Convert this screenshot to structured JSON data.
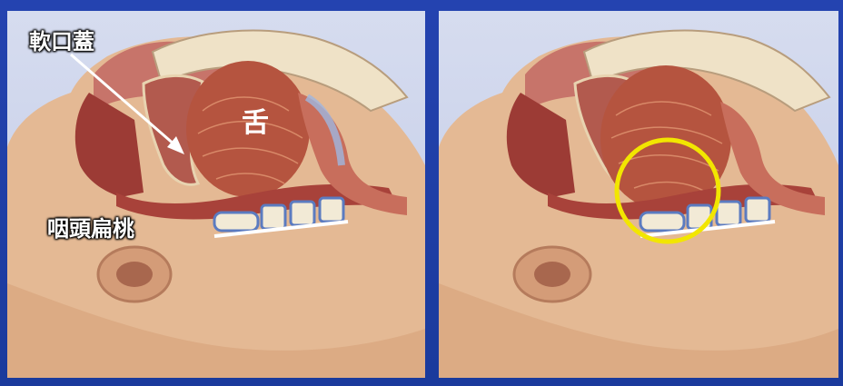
{
  "labels": {
    "soft_palate": "軟口蓋",
    "tongue": "舌",
    "pharyngeal_tonsil": "咽頭扁桃"
  },
  "colors": {
    "frame": "#1a3a9c",
    "panel_background": "#cdd4ec",
    "skin": "#e2b58d",
    "muscle": "#a8423a",
    "tongue": "#b4533f",
    "bone": "#efe6cf",
    "highlight_circle": "#f2e600",
    "label_text": "#ffffff"
  },
  "panels": [
    {
      "name": "normal-airway"
    },
    {
      "name": "obstructed-airway",
      "highlight": "yellow-circle"
    }
  ]
}
